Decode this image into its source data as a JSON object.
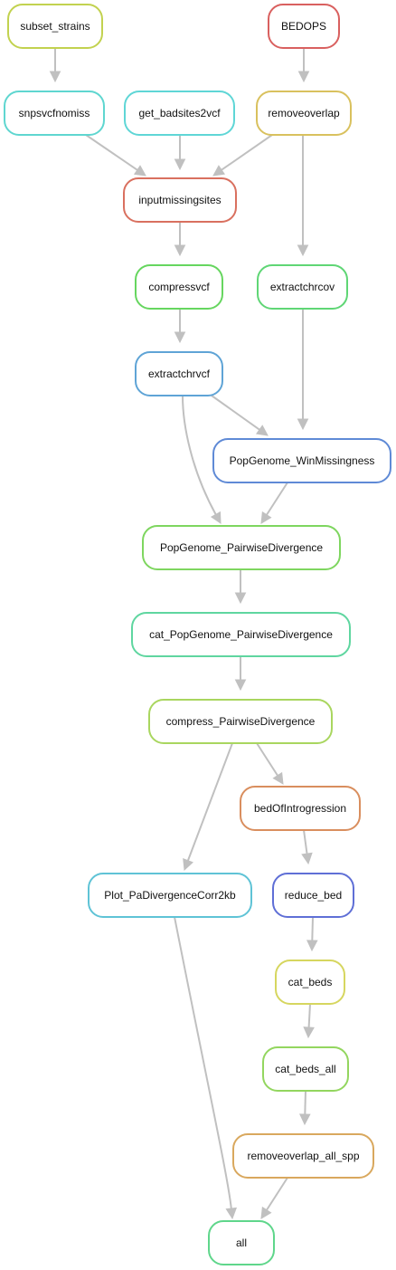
{
  "nodes": [
    {
      "id": "subset_strains",
      "label": "subset_strains",
      "color": "#c2d24f"
    },
    {
      "id": "BEDOPS",
      "label": "BEDOPS",
      "color": "#d9605f"
    },
    {
      "id": "snpsvcfnomiss",
      "label": "snpsvcfnomiss",
      "color": "#5fd6d0"
    },
    {
      "id": "get_badsites2vcf",
      "label": "get_badsites2vcf",
      "color": "#5fd6d6"
    },
    {
      "id": "removeoverlap",
      "label": "removeoverlap",
      "color": "#d9c15e"
    },
    {
      "id": "inputmissingsites",
      "label": "inputmissingsites",
      "color": "#d9705f"
    },
    {
      "id": "compressvcf",
      "label": "compressvcf",
      "color": "#66d65f"
    },
    {
      "id": "extractchrcov",
      "label": "extractchrcov",
      "color": "#5fd675"
    },
    {
      "id": "extractchrvcf",
      "label": "extractchrvcf",
      "color": "#5fa4d6"
    },
    {
      "id": "PopGenome_WinMissingness",
      "label": "PopGenome_WinMissingness",
      "color": "#5f8ad6"
    },
    {
      "id": "PopGenome_PairwiseDivergence",
      "label": "PopGenome_PairwiseDivergence",
      "color": "#7ed65f"
    },
    {
      "id": "cat_PopGenome_PairwiseDivergence",
      "label": "cat_PopGenome_PairwiseDivergence",
      "color": "#5fd6a0"
    },
    {
      "id": "compress_PairwiseDivergence",
      "label": "compress_PairwiseDivergence",
      "color": "#a9d65f"
    },
    {
      "id": "bedOfIntrogression",
      "label": "bedOfIntrogression",
      "color": "#d98e5e"
    },
    {
      "id": "Plot_PaDivergenceCorr2kb",
      "label": "Plot_PaDivergenceCorr2kb",
      "color": "#5fc3d6"
    },
    {
      "id": "reduce_bed",
      "label": "reduce_bed",
      "color": "#5f6fd6"
    },
    {
      "id": "cat_beds",
      "label": "cat_beds",
      "color": "#d6d65f"
    },
    {
      "id": "cat_beds_all",
      "label": "cat_beds_all",
      "color": "#93d65f"
    },
    {
      "id": "removeoverlap_all_spp",
      "label": "removeoverlap_all_spp",
      "color": "#d9a85e"
    },
    {
      "id": "all",
      "label": "all",
      "color": "#5fd68b"
    }
  ],
  "edges": [
    {
      "from": "subset_strains",
      "to": "snpsvcfnomiss"
    },
    {
      "from": "BEDOPS",
      "to": "removeoverlap"
    },
    {
      "from": "snpsvcfnomiss",
      "to": "inputmissingsites"
    },
    {
      "from": "get_badsites2vcf",
      "to": "inputmissingsites"
    },
    {
      "from": "removeoverlap",
      "to": "inputmissingsites"
    },
    {
      "from": "removeoverlap",
      "to": "extractchrcov"
    },
    {
      "from": "inputmissingsites",
      "to": "compressvcf"
    },
    {
      "from": "compressvcf",
      "to": "extractchrvcf"
    },
    {
      "from": "extractchrcov",
      "to": "PopGenome_WinMissingness"
    },
    {
      "from": "extractchrvcf",
      "to": "PopGenome_WinMissingness"
    },
    {
      "from": "extractchrvcf",
      "to": "PopGenome_PairwiseDivergence"
    },
    {
      "from": "PopGenome_WinMissingness",
      "to": "PopGenome_PairwiseDivergence"
    },
    {
      "from": "PopGenome_PairwiseDivergence",
      "to": "cat_PopGenome_PairwiseDivergence"
    },
    {
      "from": "cat_PopGenome_PairwiseDivergence",
      "to": "compress_PairwiseDivergence"
    },
    {
      "from": "compress_PairwiseDivergence",
      "to": "bedOfIntrogression"
    },
    {
      "from": "compress_PairwiseDivergence",
      "to": "Plot_PaDivergenceCorr2kb"
    },
    {
      "from": "bedOfIntrogression",
      "to": "reduce_bed"
    },
    {
      "from": "reduce_bed",
      "to": "cat_beds"
    },
    {
      "from": "cat_beds",
      "to": "cat_beds_all"
    },
    {
      "from": "cat_beds_all",
      "to": "removeoverlap_all_spp"
    },
    {
      "from": "Plot_PaDivergenceCorr2kb",
      "to": "all"
    },
    {
      "from": "removeoverlap_all_spp",
      "to": "all"
    }
  ]
}
